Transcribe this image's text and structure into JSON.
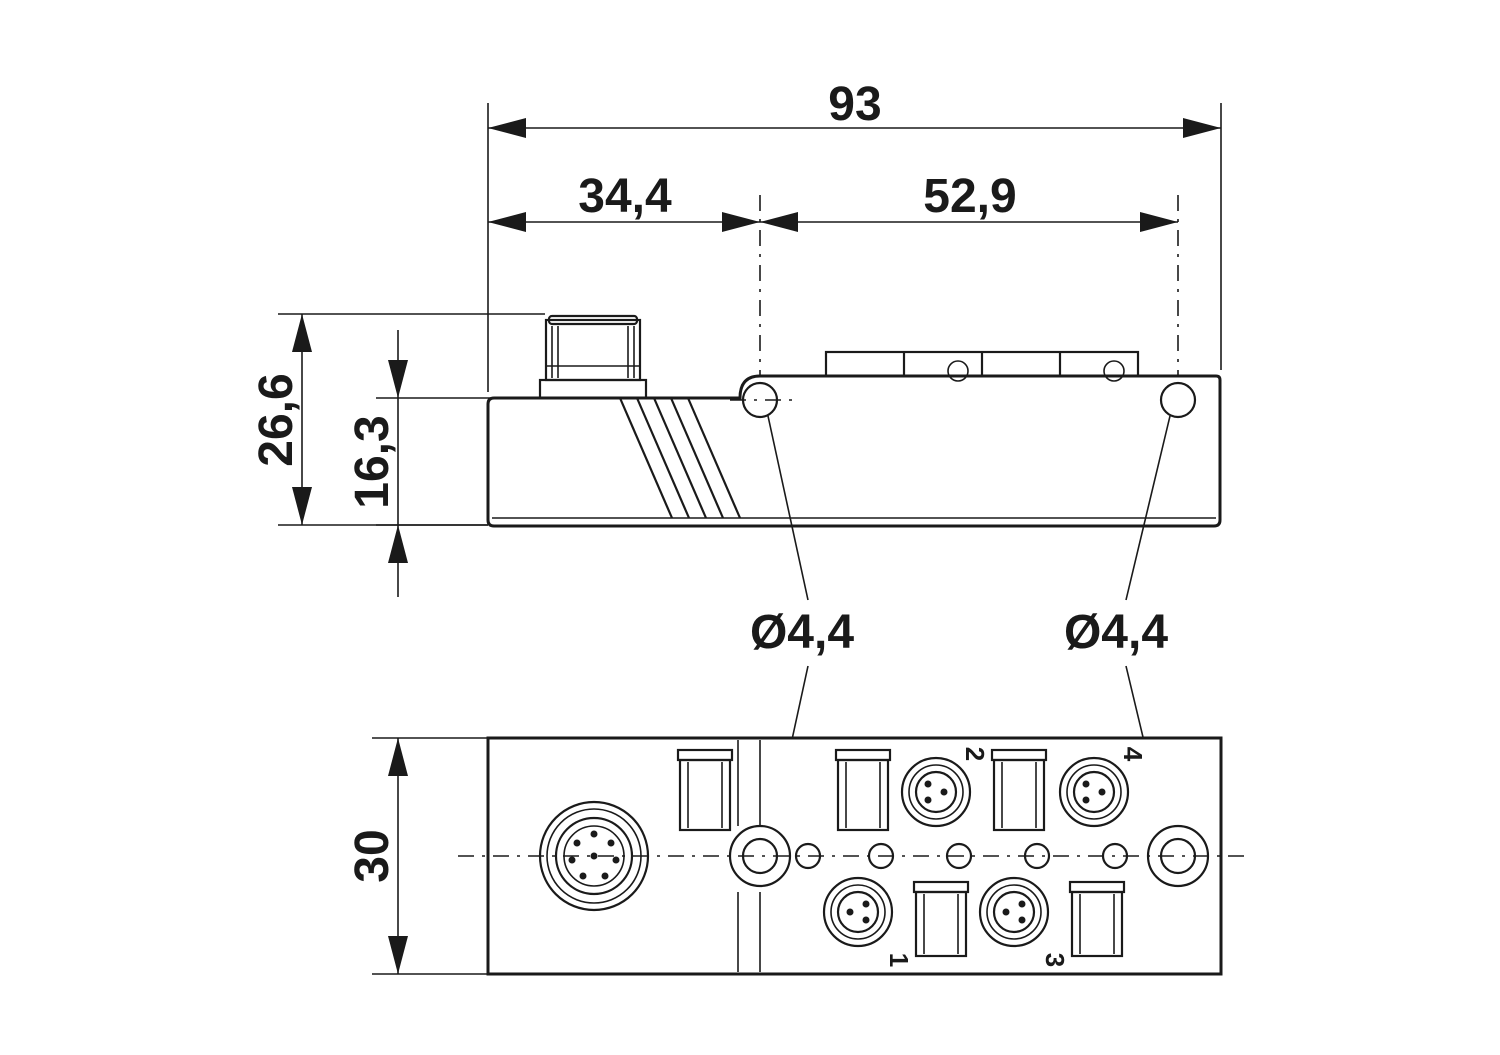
{
  "dimensions": {
    "overall_length": "93",
    "left_section": "34,4",
    "hole_spacing": "52,9",
    "overall_height": "26,6",
    "body_height": "16,3",
    "width": "30",
    "hole_left": "Ø4,4",
    "hole_right": "Ø4,4"
  },
  "ports": {
    "p1": "1",
    "p2": "2",
    "p3": "3",
    "p4": "4"
  }
}
